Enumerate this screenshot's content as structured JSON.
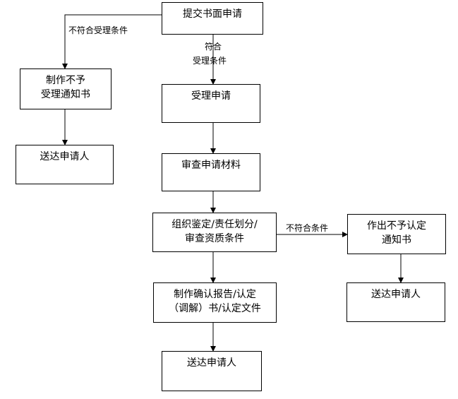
{
  "nodes": {
    "submit": [
      "提交书面申请"
    ],
    "no_accept_notice": [
      "制作不予",
      "受理通知书"
    ],
    "deliver_left": [
      "送达申请人"
    ],
    "accept": [
      "受理申请"
    ],
    "review": [
      "审查申请材料"
    ],
    "organize": [
      "组织鉴定/责任划分/",
      "审查资质条件"
    ],
    "no_confirm_notice": [
      "作出不予认定",
      "通知书"
    ],
    "deliver_right": [
      "送达申请人"
    ],
    "make_report": [
      "制作确认报告/认定",
      "（调解）书/认定文件"
    ],
    "deliver_bottom": [
      "送达申请人"
    ]
  },
  "edges": {
    "not_met_left": "不符合受理条件",
    "met_1": "符合",
    "met_2": "受理条件",
    "not_met_right": "不符合条件"
  }
}
